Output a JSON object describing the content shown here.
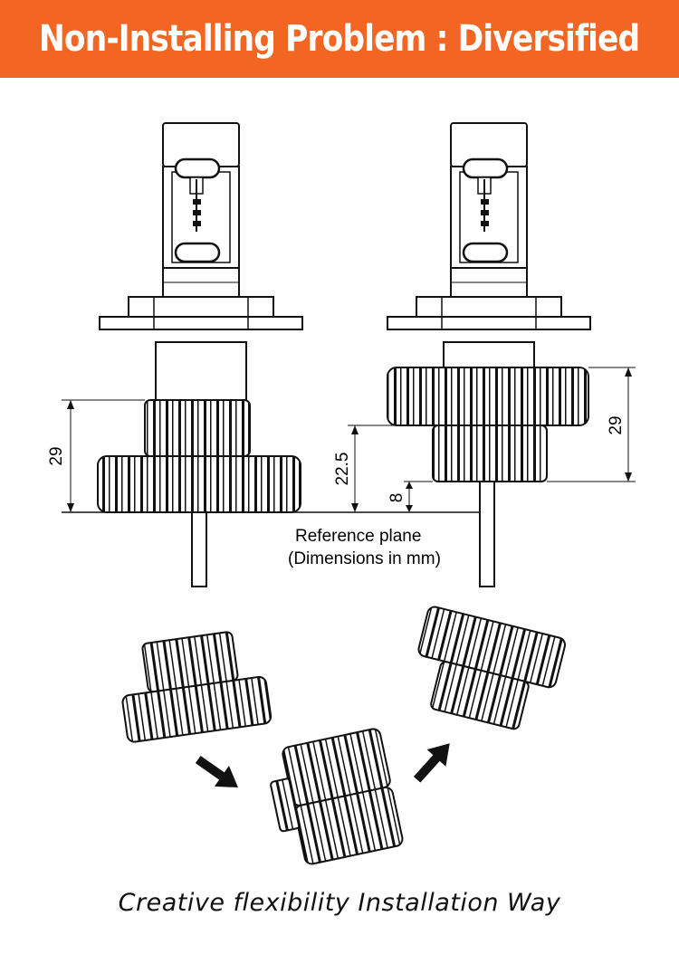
{
  "header": {
    "title": "Non-Installing Problem : Diversified",
    "background_color": "#f26522",
    "text_color": "#ffffff"
  },
  "diagram": {
    "left_bulb": {
      "dim_height": "29"
    },
    "right_bulb": {
      "dim_total": "29",
      "dim_offset": "22.5",
      "dim_base": "8"
    },
    "reference": {
      "line1": "Reference plane",
      "line2": "(Dimensions in mm)"
    }
  },
  "footer": {
    "caption": "Creative flexibility Installation Way"
  }
}
